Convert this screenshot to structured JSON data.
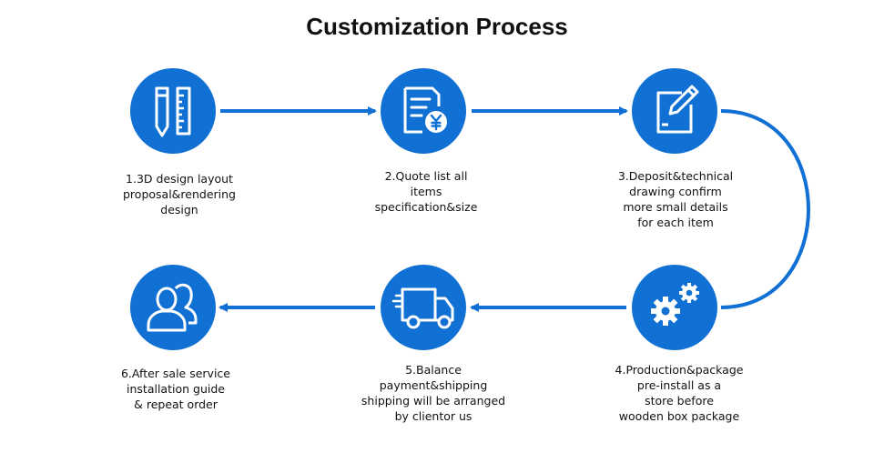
{
  "title": "Customization Process",
  "colors": {
    "accent": "#1170d3",
    "text": "#111111",
    "background": "#ffffff"
  },
  "steps": [
    {
      "icon": "pencil-ruler-icon",
      "lines": [
        "1.3D design layout",
        "proposal&rendering",
        "design"
      ]
    },
    {
      "icon": "quote-list-yuan-icon",
      "lines": [
        "2.Quote list all",
        "items",
        "specification&size"
      ]
    },
    {
      "icon": "pen-paper-icon",
      "lines": [
        "3.Deposit&technical",
        "drawing confirm",
        "more small details",
        "for each item"
      ]
    },
    {
      "icon": "gears-icon",
      "lines": [
        "4.Production&package",
        "pre-install as a",
        "store before",
        "wooden box package"
      ]
    },
    {
      "icon": "delivery-truck-icon",
      "lines": [
        "5.Balance",
        "payment&shipping",
        "shipping will be arranged",
        "by clientor us"
      ]
    },
    {
      "icon": "users-icon",
      "lines": [
        "6.After sale service",
        "installation guide",
        "& repeat order"
      ]
    }
  ]
}
